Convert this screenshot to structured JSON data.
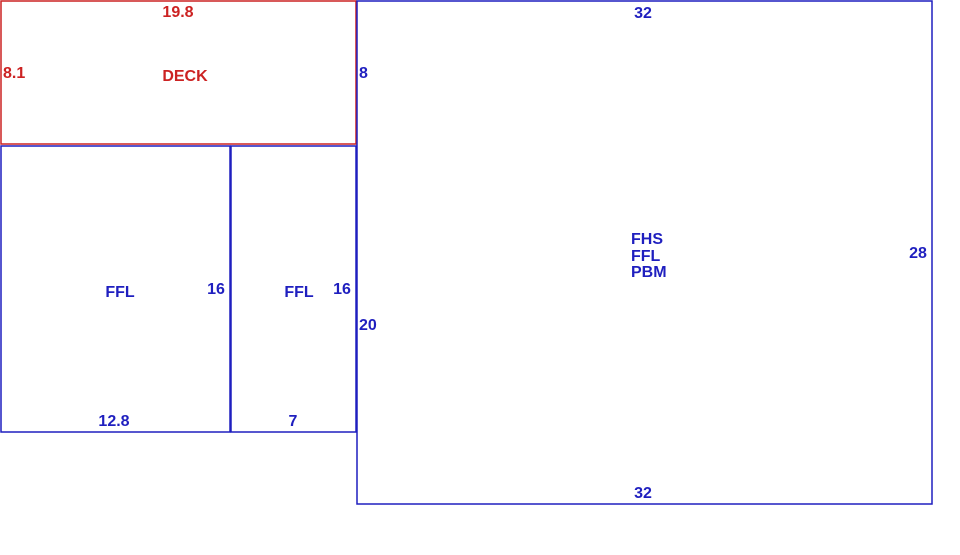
{
  "colors": {
    "deck": "#cc2222",
    "main": "#1f1fbf",
    "background": "#ffffff"
  },
  "deck": {
    "label": "DECK",
    "width": "19.8",
    "height": "8.1"
  },
  "ffl_left": {
    "label": "FFL",
    "width": "12.8",
    "height": "16"
  },
  "ffl_middle": {
    "label": "FFL",
    "width": "7",
    "height": "16"
  },
  "main_section": {
    "label_lines": [
      "FHS",
      "FFL",
      "PBM"
    ],
    "top_width": "32",
    "bottom_width": "32",
    "right_height": "28",
    "left_upper_height": "8",
    "left_lower_height": "20"
  }
}
